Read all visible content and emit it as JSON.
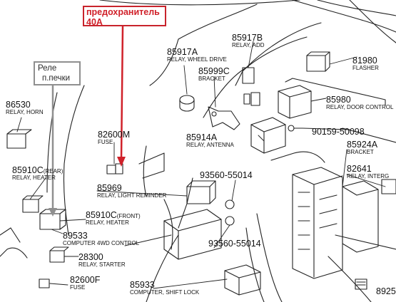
{
  "callouts": {
    "fuse_40a": {
      "line1": "предохранитель",
      "line2": "40A"
    },
    "heater_relay": {
      "line1": "Реле",
      "line2": "п.печки"
    }
  },
  "parts": [
    {
      "number": "85917B",
      "desc": "RELAY, ADD"
    },
    {
      "number": "81980",
      "desc": "FLASHER"
    },
    {
      "number": "85917A",
      "desc": "RELAY, WHEEL DRIVE"
    },
    {
      "number": "85999C",
      "desc": "BRACKET"
    },
    {
      "number": "85980",
      "desc": "RELAY, DOOR CONTROL"
    },
    {
      "number": "86530",
      "desc": "RELAY, HORN"
    },
    {
      "number": "90159-50098",
      "desc": ""
    },
    {
      "number": "82600M",
      "desc": "FUSE"
    },
    {
      "number": "85914A",
      "desc": "RELAY, ANTENNA"
    },
    {
      "number": "85924A",
      "desc": "BRACKET"
    },
    {
      "number": "85910C",
      "qualifier": "(REAR)",
      "desc": "RELAY, HEATER"
    },
    {
      "number": "82641",
      "desc": "RELAY, INTERG"
    },
    {
      "number": "93560-55014",
      "desc": ""
    },
    {
      "number": "85969",
      "desc": "RELAY, LIGHT REMINDER"
    },
    {
      "number": "85910C",
      "qualifier": "(FRONT)",
      "desc": "RELAY, HEATER"
    },
    {
      "number": "89533",
      "desc": "COMPUTER 4WD CONTROL"
    },
    {
      "number": "93560-55014",
      "desc": ""
    },
    {
      "number": "28300",
      "desc": "RELAY, STARTER"
    },
    {
      "number": "82600F",
      "desc": "FUSE"
    },
    {
      "number": "85933",
      "desc": "COMPUTER, SHIFT LOCK"
    },
    {
      "number": "8925",
      "desc": ""
    }
  ]
}
